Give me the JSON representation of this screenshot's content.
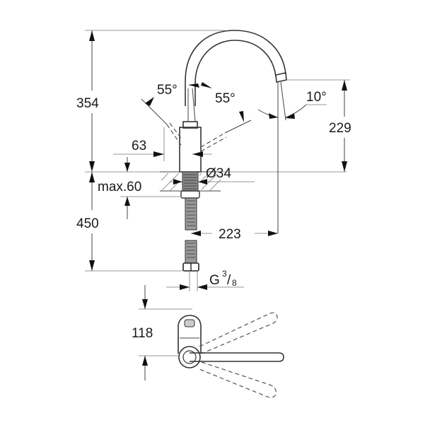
{
  "drawing": {
    "title": "Kitchen faucet technical dimension drawing",
    "dimensions": {
      "total_height": "354",
      "lever_angle_left": "55°",
      "lever_angle_right": "55°",
      "spout_angle": "10°",
      "spout_outlet_height": "229",
      "lever_offset": "63",
      "base_diameter": "Ø34",
      "max_deck_thickness": "max.60",
      "hose_length": "450",
      "spout_reach": "223",
      "connection_thread_prefix": "G",
      "connection_thread_num": "3",
      "connection_thread_den": "8",
      "top_view_depth": "118"
    }
  }
}
